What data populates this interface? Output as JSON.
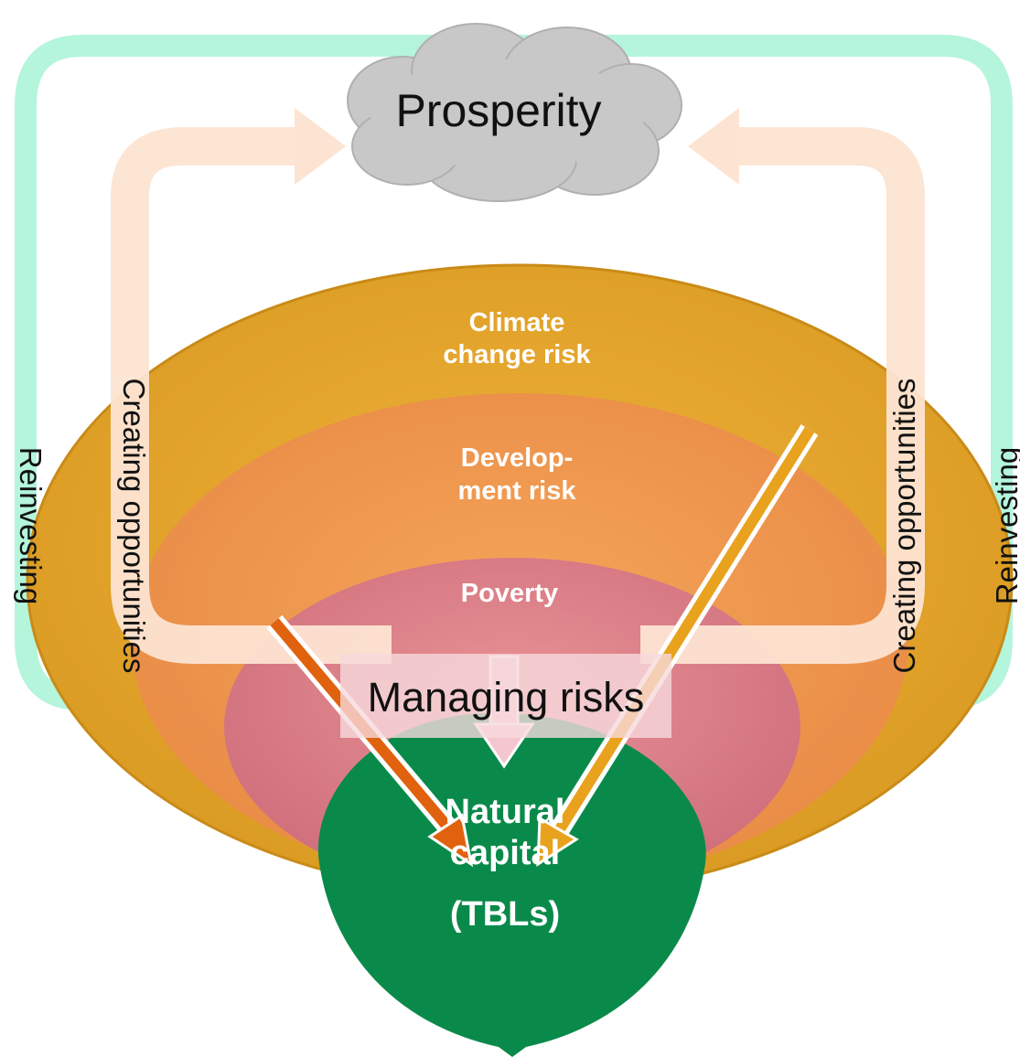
{
  "top_label": "Prosperity",
  "rings": {
    "outer": "Climate",
    "outer2": "change risk",
    "middle": "Develop-",
    "middle2": "ment risk",
    "inner": "Poverty"
  },
  "core": {
    "line1": "Natural",
    "line2": "capital",
    "line3": "(TBLs)"
  },
  "center_label": "Managing risks",
  "left_inner_label": "Creating opportunities",
  "right_inner_label": "Creating opportunities",
  "left_outer_label": "Reinvesting",
  "right_outer_label": "Reinvesting",
  "colors": {
    "outer_ring": "#e3a32c",
    "middle_ring": "#ee9550",
    "inner_ring": "#d67a84",
    "core": "#0a8a4a",
    "cloud": "#c8c8c8",
    "opportunity_arrow": "#fde4d2",
    "reinvest_arrow": "#b4f5dc",
    "risk_arrow_left": "#e0620e",
    "risk_arrow_right": "#e8a21d"
  }
}
